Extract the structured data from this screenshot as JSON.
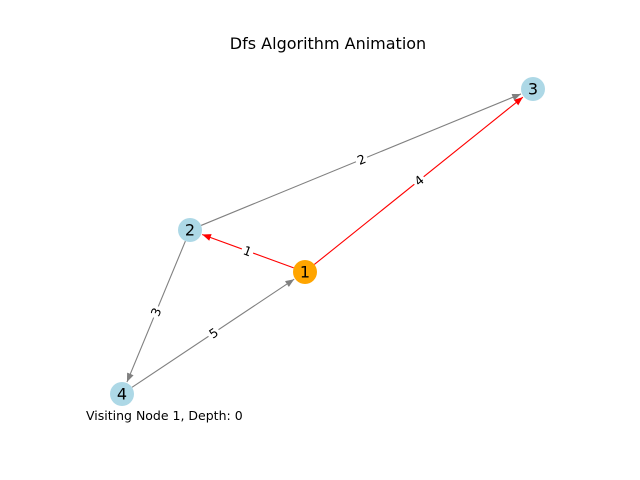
{
  "title": "Dfs Algorithm Animation",
  "status_text": "Visiting Node 1, Depth: 0",
  "colors": {
    "node_default": "#add8e6",
    "node_current": "#ffa500",
    "edge_default": "#808080",
    "edge_active": "#ff0000"
  },
  "nodes": [
    {
      "id": "1",
      "label": "1",
      "state": "current"
    },
    {
      "id": "2",
      "label": "2",
      "state": "default"
    },
    {
      "id": "3",
      "label": "3",
      "state": "default"
    },
    {
      "id": "4",
      "label": "4",
      "state": "default"
    }
  ],
  "edges": [
    {
      "from": "1",
      "to": "2",
      "weight": "1",
      "state": "active"
    },
    {
      "from": "1",
      "to": "3",
      "weight": "4",
      "state": "active"
    },
    {
      "from": "2",
      "to": "3",
      "weight": "2",
      "state": "default"
    },
    {
      "from": "2",
      "to": "4",
      "weight": "3",
      "state": "default"
    },
    {
      "from": "4",
      "to": "1",
      "weight": "5",
      "state": "default"
    }
  ]
}
